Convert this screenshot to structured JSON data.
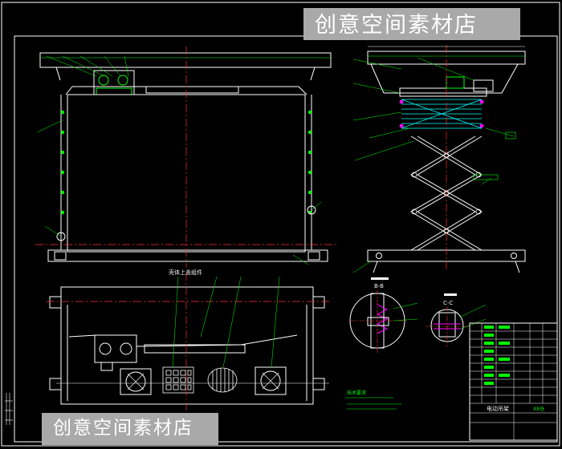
{
  "watermark": {
    "text": "创意空间素材店"
  },
  "annotations": {
    "callout_top": "壳体上盖组件",
    "section_b": "B-B",
    "section_c": "C-C",
    "notes_title": "技术要求",
    "title_block_name": "电动吊架",
    "title_block_code": "XX仓"
  },
  "colors": {
    "background": "#000000",
    "outline": "#ffffff",
    "centerline": "#ff3030",
    "part": "#00ff00",
    "dimension": "#00ffff",
    "hatch": "#ff00ff",
    "accent": "#ffff00"
  }
}
